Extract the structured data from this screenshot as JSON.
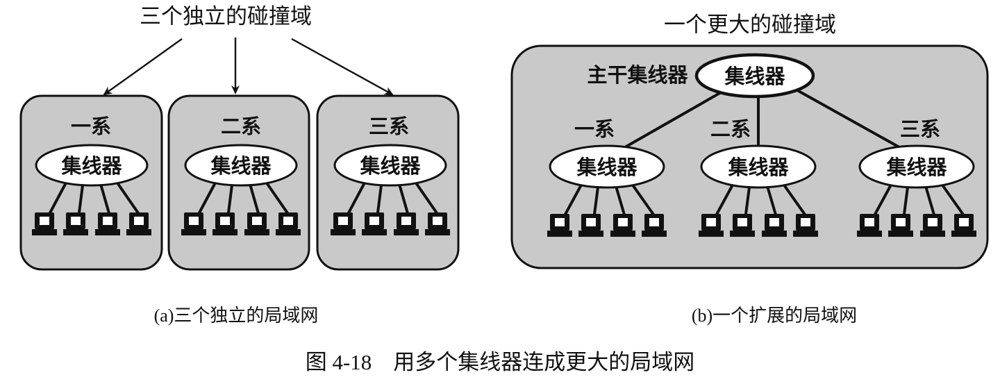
{
  "panel_a": {
    "heading": "三个独立的碰撞域",
    "departments": [
      {
        "label": "一系",
        "hub_label": "集线器"
      },
      {
        "label": "二系",
        "hub_label": "集线器"
      },
      {
        "label": "三系",
        "hub_label": "集线器"
      }
    ],
    "caption": "(a)三个独立的局域网"
  },
  "panel_b": {
    "heading": "一个更大的碰撞域",
    "backbone_label": "主干集线器",
    "backbone_hub_label": "集线器",
    "departments": [
      {
        "label": "一系",
        "hub_label": "集线器"
      },
      {
        "label": "二系",
        "hub_label": "集线器"
      },
      {
        "label": "三系",
        "hub_label": "集线器"
      }
    ],
    "caption": "(b)一个扩展的局域网"
  },
  "figure_caption": "图 4-18　用多个集线器连成更大的局域网"
}
